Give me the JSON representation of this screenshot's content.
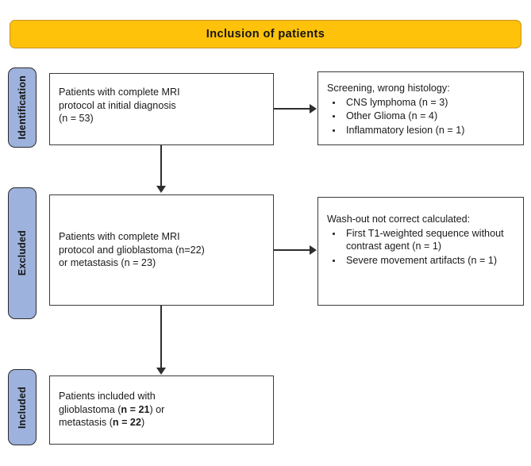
{
  "banner": {
    "title": "Inclusion of patients"
  },
  "stages": [
    {
      "id": "identification",
      "label": "Identification"
    },
    {
      "id": "excluded",
      "label": "Excluded"
    },
    {
      "id": "included",
      "label": "Included"
    }
  ],
  "boxes": {
    "eligible": {
      "lines": [
        "Patients with complete MRI",
        "protocol at initial diagnosis",
        "(n = 53)"
      ]
    },
    "screening": {
      "heading": "Screening, wrong histology:",
      "bullets": [
        "CNS lymphoma (n = 3)",
        "Other Glioma (n = 4)",
        "Inflammatory lesion (n = 1)"
      ]
    },
    "confirmed": {
      "lines": [
        "Patients with complete MRI",
        "protocol and glioblastoma (n=22)",
        "or metastasis (n = 23)"
      ]
    },
    "washout": {
      "heading": "Wash-out not correct calculated:",
      "bullets": [
        "First T1-weighted sequence without contrast agent (n = 1)",
        "Severe movement artifacts (n = 1)"
      ]
    },
    "included": {
      "line1": "Patients included with",
      "line2_pre": "glioblastoma (",
      "line2_bold": "n = 21",
      "line2_post": ") or",
      "line3_pre": "metastasis (",
      "line3_bold": "n = 22",
      "line3_post": ")"
    }
  },
  "colors": {
    "banner_fill": "#FFC20A",
    "banner_border": "#C8922A",
    "stage_fill": "#9DB2DC",
    "stage_border": "#2b2b2b",
    "box_border": "#3a3a3a",
    "connector": "#2e2e2e",
    "text": "#1a1a1a",
    "background": "#ffffff"
  }
}
